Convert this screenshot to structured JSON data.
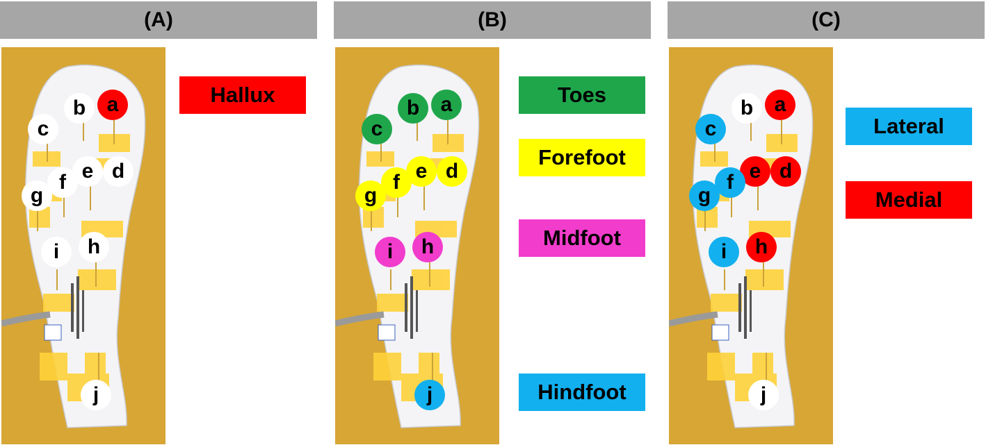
{
  "colors": {
    "header_bg": "#a6a6a6",
    "board": "#d7a635",
    "white": "#ffffff",
    "red": "#ff0000",
    "green": "#1fa64b",
    "yellow": "#ffff00",
    "magenta": "#f23ccc",
    "blue": "#12b0ee"
  },
  "panels": [
    {
      "title": "(A)",
      "points": [
        {
          "label": "a",
          "color": "#ff0000"
        },
        {
          "label": "b",
          "color": "#ffffff"
        },
        {
          "label": "c",
          "color": "#ffffff"
        },
        {
          "label": "d",
          "color": "#ffffff"
        },
        {
          "label": "e",
          "color": "#ffffff"
        },
        {
          "label": "f",
          "color": "#ffffff"
        },
        {
          "label": "g",
          "color": "#ffffff"
        },
        {
          "label": "h",
          "color": "#ffffff"
        },
        {
          "label": "i",
          "color": "#ffffff"
        },
        {
          "label": "j",
          "color": "#ffffff"
        }
      ],
      "legend": [
        {
          "label": "Hallux",
          "color": "#ff0000"
        }
      ]
    },
    {
      "title": "(B)",
      "points": [
        {
          "label": "a",
          "color": "#1fa64b"
        },
        {
          "label": "b",
          "color": "#1fa64b"
        },
        {
          "label": "c",
          "color": "#1fa64b"
        },
        {
          "label": "d",
          "color": "#ffff00"
        },
        {
          "label": "e",
          "color": "#ffff00"
        },
        {
          "label": "f",
          "color": "#ffff00"
        },
        {
          "label": "g",
          "color": "#ffff00"
        },
        {
          "label": "h",
          "color": "#f23ccc"
        },
        {
          "label": "i",
          "color": "#f23ccc"
        },
        {
          "label": "j",
          "color": "#12b0ee"
        }
      ],
      "legend": [
        {
          "label": "Toes",
          "color": "#1fa64b"
        },
        {
          "label": "Forefoot",
          "color": "#ffff00"
        },
        {
          "label": "Midfoot",
          "color": "#f23ccc"
        },
        {
          "label": "Hindfoot",
          "color": "#12b0ee"
        }
      ]
    },
    {
      "title": "(C)",
      "points": [
        {
          "label": "a",
          "color": "#ff0000"
        },
        {
          "label": "b",
          "color": "#ffffff"
        },
        {
          "label": "c",
          "color": "#12b0ee"
        },
        {
          "label": "d",
          "color": "#ff0000"
        },
        {
          "label": "e",
          "color": "#ff0000"
        },
        {
          "label": "f",
          "color": "#12b0ee"
        },
        {
          "label": "g",
          "color": "#12b0ee"
        },
        {
          "label": "h",
          "color": "#ff0000"
        },
        {
          "label": "i",
          "color": "#12b0ee"
        },
        {
          "label": "j",
          "color": "#ffffff"
        }
      ],
      "legend": [
        {
          "label": "Lateral",
          "color": "#12b0ee"
        },
        {
          "label": "Medial",
          "color": "#ff0000"
        }
      ]
    }
  ]
}
